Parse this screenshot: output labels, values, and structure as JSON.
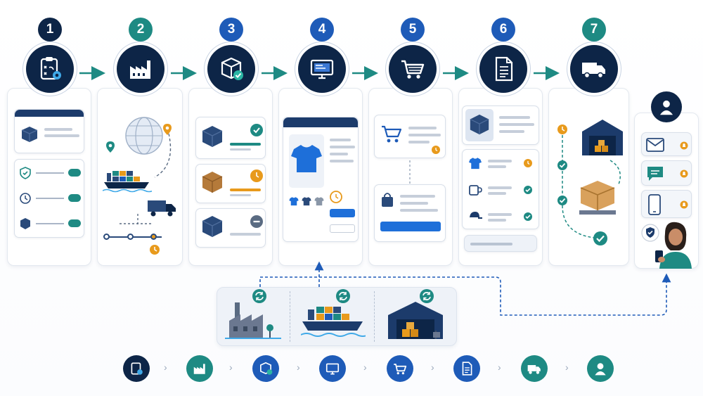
{
  "colors": {
    "navy": "#0d2547",
    "teal": "#1e8a83",
    "blue": "#1e5bb8",
    "orange": "#e89a1c",
    "light_gray": "#c6ceda",
    "card_border": "#e3e8ef"
  },
  "steps": [
    {
      "number": "1",
      "icon": "clipboard-gear-icon",
      "number_color": "#0d2547"
    },
    {
      "number": "2",
      "icon": "factory-icon",
      "number_color": "#1e8a83"
    },
    {
      "number": "3",
      "icon": "box-check-icon",
      "number_color": "#1e5bb8"
    },
    {
      "number": "4",
      "icon": "monitor-icon",
      "number_color": "#1e5bb8"
    },
    {
      "number": "5",
      "icon": "shopping-cart-icon",
      "number_color": "#1e5bb8"
    },
    {
      "number": "6",
      "icon": "document-icon",
      "number_color": "#1e5bb8"
    },
    {
      "number": "7",
      "icon": "delivery-truck-icon",
      "number_color": "#1e8a83"
    }
  ],
  "bottom_row": [
    {
      "icon": "clipboard-gear-icon",
      "color": "#0d2547"
    },
    {
      "icon": "factory-icon",
      "color": "#1e8a83"
    },
    {
      "icon": "box-check-icon",
      "color": "#1e5bb8"
    },
    {
      "icon": "monitor-icon",
      "color": "#1e5bb8"
    },
    {
      "icon": "shopping-cart-icon",
      "color": "#1e5bb8"
    },
    {
      "icon": "document-icon",
      "color": "#1e5bb8"
    },
    {
      "icon": "delivery-truck-icon",
      "color": "#1e8a83"
    },
    {
      "icon": "user-icon",
      "color": "#1e8a83"
    }
  ]
}
